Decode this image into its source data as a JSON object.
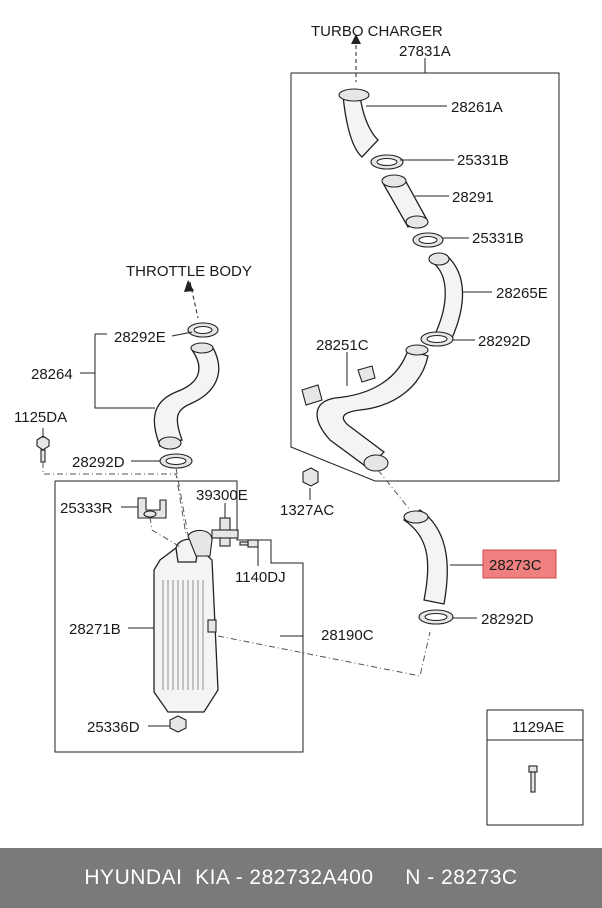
{
  "labels": {
    "turbo_charger": "TURBO CHARGER",
    "throttle_body": "THROTTLE BODY",
    "p27831A": "27831A",
    "p28261A": "28261A",
    "p25331B_top": "25331B",
    "p28291": "28291",
    "p25331B_bottom": "25331B",
    "p28265E": "28265E",
    "p28292D_upper": "28292D",
    "p28251C": "28251C",
    "p1327AC": "1327AC",
    "p28273C": "28273C",
    "p28292D_lower_right": "28292D",
    "p28292E": "28292E",
    "p28264": "28264",
    "p1125DA": "1125DA",
    "p28292D_left": "28292D",
    "p25333R": "25333R",
    "p39300E": "39300E",
    "p1140DJ": "1140DJ",
    "p28271B": "28271B",
    "p28190C": "28190C",
    "p25336D": "25336D",
    "p1129AE": "1129AE"
  },
  "highlight_color": "#f08080",
  "footer": {
    "text": "HYUNDAI  KIA - 282732A400     N - 28273C"
  }
}
